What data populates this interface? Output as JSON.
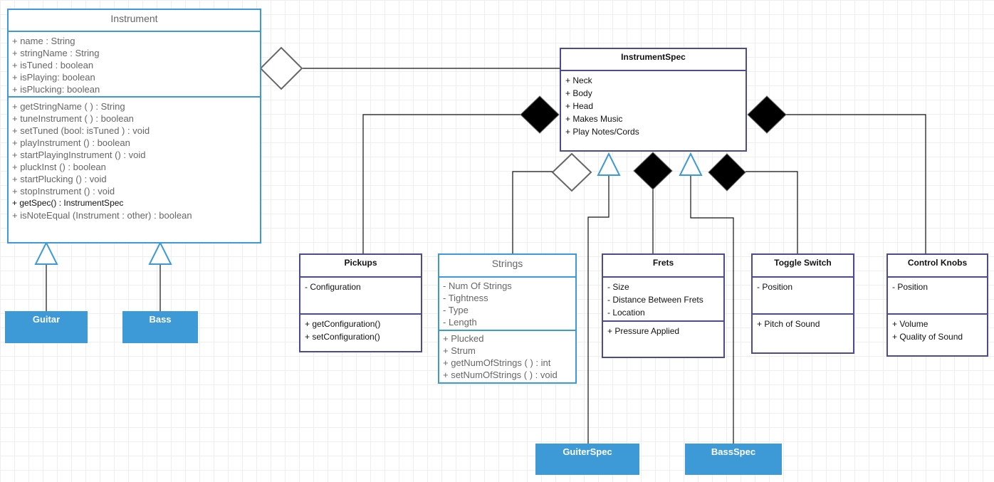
{
  "classes": {
    "instrument": {
      "title": "Instrument",
      "attributes": [
        "+ name : String",
        "+ stringName : String",
        "+ isTuned : boolean",
        "+ isPlaying: boolean",
        "+ isPlucking: boolean"
      ],
      "methods": [
        "+ getStringName ( ) : String",
        "+ tuneInstrument ( ) : boolean",
        "+ setTuned (bool: isTuned ) : void",
        "+ playInstrument () : boolean",
        "+ startPlayingInstrument () : void",
        "+ pluckInst () : boolean",
        "+ startPlucking () : void",
        "+ stopInstrument () : void",
        "+ getSpec() : InstrumentSpec",
        "+ isNoteEqual (Instrument : other) : boolean"
      ]
    },
    "instrumentSpec": {
      "title": "InstrumentSpec",
      "attributes": [
        "+ Neck",
        "+ Body",
        "+ Head",
        "+ Makes Music",
        "+ Play Notes/Cords"
      ]
    },
    "pickups": {
      "title": "Pickups",
      "attributes": [
        "- Configuration"
      ],
      "methods": [
        "+ getConfiguration()",
        "+ setConfiguration()"
      ]
    },
    "strings": {
      "title": "Strings",
      "attributes": [
        "- Num Of Strings",
        "- Tightness",
        "- Type",
        "- Length"
      ],
      "methods": [
        "+ Plucked",
        "+ Strum",
        "+ getNumOfStrings ( ) : int",
        "+ setNumOfStrings ( ) :  void"
      ]
    },
    "frets": {
      "title": "Frets",
      "attributes": [
        "- Size",
        "- Distance Between Frets",
        "- Location"
      ],
      "methods": [
        "+ Pressure Applied"
      ]
    },
    "toggleSwitch": {
      "title": "Toggle Switch",
      "attributes": [
        "- Position"
      ],
      "methods": [
        "+ Pitch of Sound"
      ]
    },
    "controlKnobs": {
      "title": "Control Knobs",
      "attributes": [
        "- Position"
      ],
      "methods": [
        "+ Volume",
        "+ Quality of Sound"
      ]
    }
  },
  "plain_boxes": {
    "guitar": "Guitar",
    "bass": "Bass",
    "guiterSpec": "GuiterSpec",
    "bassSpec": "BassSpec"
  },
  "colors": {
    "uml_border": "#4b4b8f",
    "instrument_border": "#3d9ad6",
    "plain_fill": "#3d9ad6",
    "grid": "#eeeeee"
  }
}
